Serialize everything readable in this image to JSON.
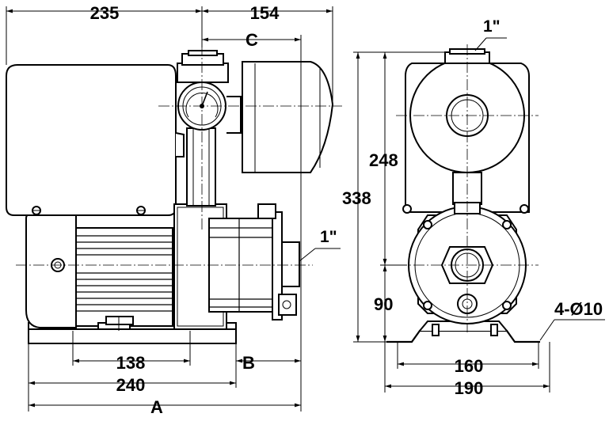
{
  "dimensions": {
    "total_depth": "235",
    "front_extent": "154",
    "c_label": "C",
    "b_label": "B",
    "a_label": "A",
    "base_hole_spacing_side": "138",
    "base_length": "240",
    "outlet_thread": "1\"",
    "inlet_thread": "1\"",
    "tank_height": "248",
    "total_height": "338",
    "axis_height": "90",
    "hole_spacing_front": "160",
    "base_width": "190",
    "mounting_holes": "4-Ø10"
  }
}
